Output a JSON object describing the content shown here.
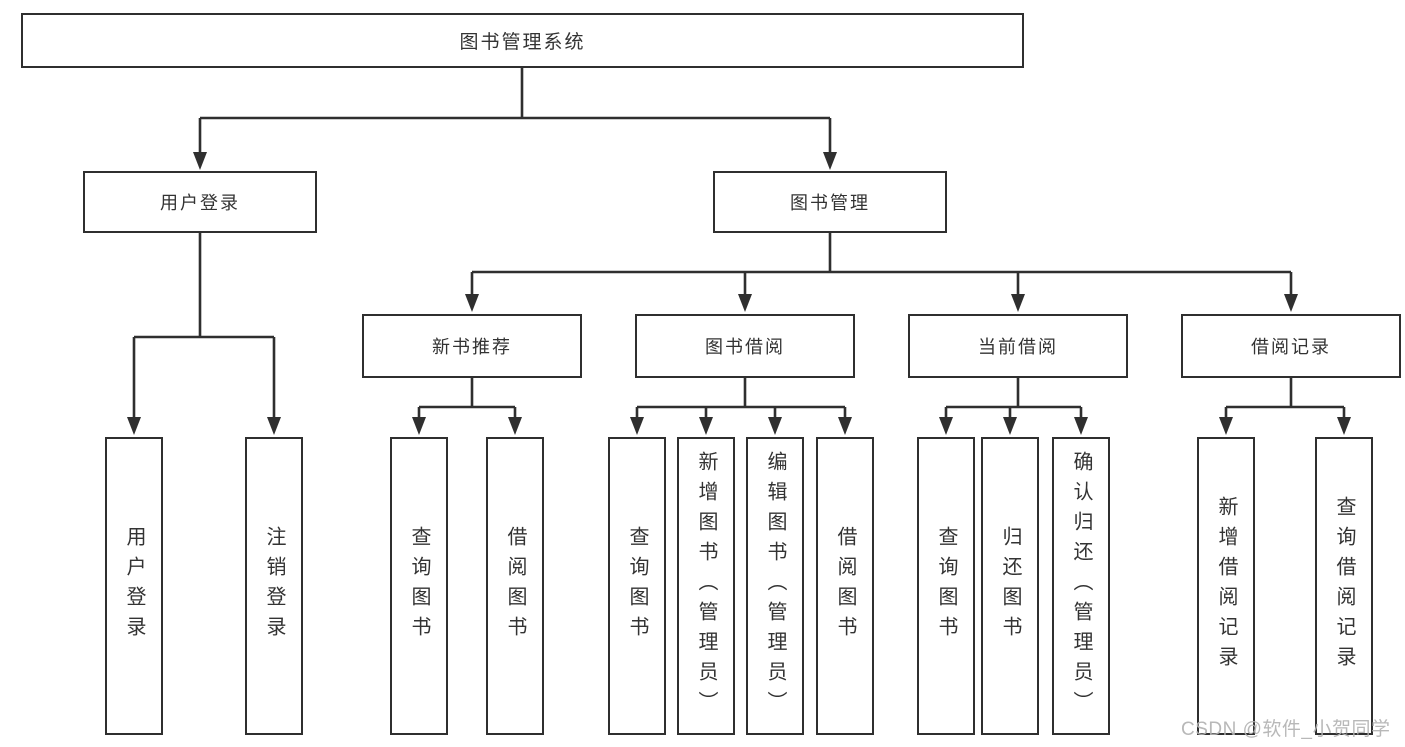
{
  "diagram": {
    "root": {
      "label": "图书管理系统"
    },
    "branches": [
      {
        "label": "用户登录",
        "children": [
          {
            "label": "用户登录"
          },
          {
            "label": "注销登录"
          }
        ]
      },
      {
        "label": "图书管理",
        "children": [
          {
            "label": "新书推荐",
            "children": [
              {
                "label": "查询图书"
              },
              {
                "label": "借阅图书"
              }
            ]
          },
          {
            "label": "图书借阅",
            "children": [
              {
                "label": "查询图书"
              },
              {
                "label": "新增图书（管理员）"
              },
              {
                "label": "编辑图书（管理员）"
              },
              {
                "label": "借阅图书"
              }
            ]
          },
          {
            "label": "当前借阅",
            "children": [
              {
                "label": "查询图书"
              },
              {
                "label": "归还图书"
              },
              {
                "label": "确认归还（管理员）"
              }
            ]
          },
          {
            "label": "借阅记录",
            "children": [
              {
                "label": "新增借阅记录"
              },
              {
                "label": "查询借阅记录"
              }
            ]
          }
        ]
      }
    ]
  },
  "watermark": {
    "text": "CSDN @软件_小贺同学"
  },
  "colors": {
    "line": "#2f2f2f",
    "box_border": "#2f2f2f",
    "box_fill": "#ffffff",
    "text": "#333333",
    "watermark": "#b2b2b2",
    "background": "#ffffff"
  }
}
